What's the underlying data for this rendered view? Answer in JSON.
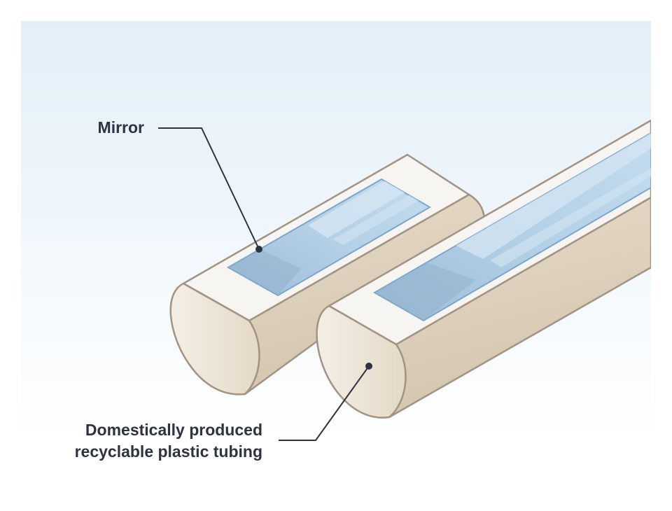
{
  "callouts": {
    "mirror": {
      "label": "Mirror"
    },
    "tubing": {
      "line1": "Domestically produced",
      "line2": "recyclable plastic tubing"
    }
  },
  "colors": {
    "background_top": "#e2eff8",
    "background_bottom": "#ffffff",
    "tube_top_face": "#f7f5f1",
    "tube_side_face": "#ddd1bd",
    "tube_end_face": "#ece4d6",
    "tube_outline": "#a39383",
    "mirror_fill": "#a9c9e1",
    "mirror_edge": "#7aa6cf",
    "label_text": "#2e3342"
  }
}
